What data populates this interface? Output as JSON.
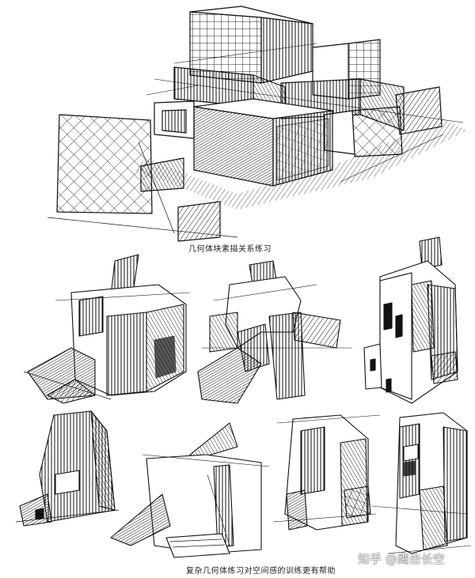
{
  "captions": {
    "top": "几何体块素描关系练习",
    "bottom": "复杂几何体练习对空间感的训练更有帮助"
  },
  "watermark": "知乎 @鹰击长空",
  "colors": {
    "ink": "#111111",
    "paper": "#ffffff"
  }
}
